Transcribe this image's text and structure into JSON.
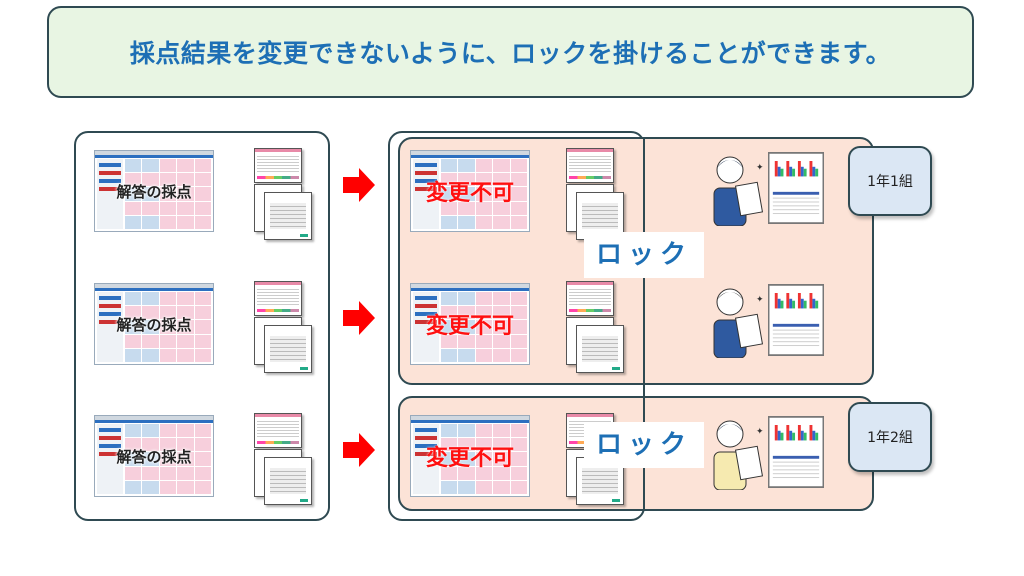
{
  "title": "採点結果を変更できないように、ロックを掛けることができます。",
  "grading_rows": [
    {
      "screen_label": "解答の採点"
    },
    {
      "screen_label": "解答の採点"
    },
    {
      "screen_label": "解答の採点"
    }
  ],
  "locked_rows": [
    {
      "screen_label": "変更不可"
    },
    {
      "screen_label": "変更不可"
    },
    {
      "screen_label": "変更不可"
    }
  ],
  "lock_labels": [
    "ロック",
    "ロック"
  ],
  "classes": [
    {
      "name": "1年1組",
      "members": [
        "teacher-male",
        "teacher-female"
      ]
    },
    {
      "name": "1年2組",
      "members": [
        "teacher-female-2"
      ]
    }
  ],
  "colors": {
    "title_text": "#1d6fb5",
    "title_bg": "#e8f5e3",
    "locked_text": "#ff1010",
    "class_bg": "#fce3d7",
    "tag_bg": "#dbe7f4",
    "arrow": "#ff0000"
  }
}
